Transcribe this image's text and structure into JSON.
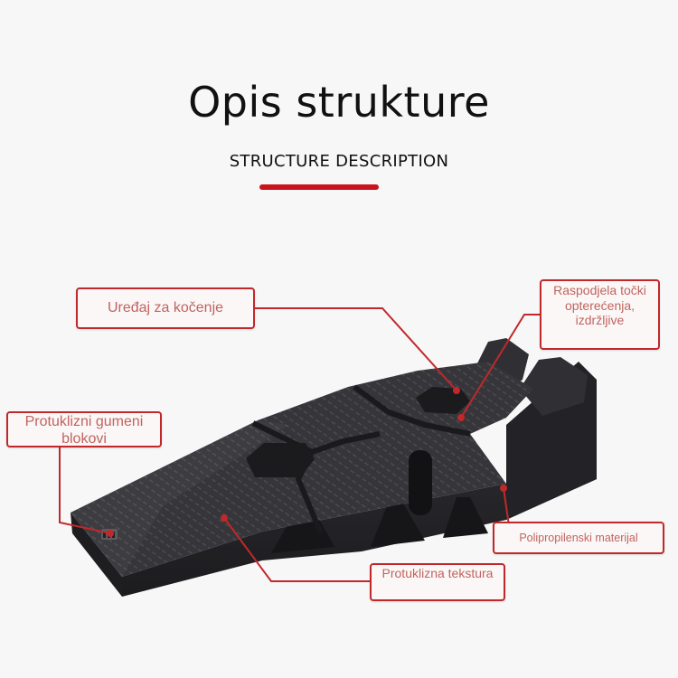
{
  "header": {
    "title": "Opis strukture",
    "subtitle": "STRUCTURE DESCRIPTION",
    "accent_color": "#c8141c"
  },
  "product": {
    "image": "black-car-ramp-3d-render",
    "color": "#2a2a2e"
  },
  "callouts": {
    "brake": "Uređaj za kočenje",
    "load_distribution": "Raspodjela točki opterećenja, izdržljive",
    "rubber_blocks": "Protuklizni gumeni blokovi",
    "material": "Polipropilenski materijal",
    "texture": "Protuklizna tekstura",
    "border_color": "#c0282b",
    "text_color": "#c0645f"
  }
}
